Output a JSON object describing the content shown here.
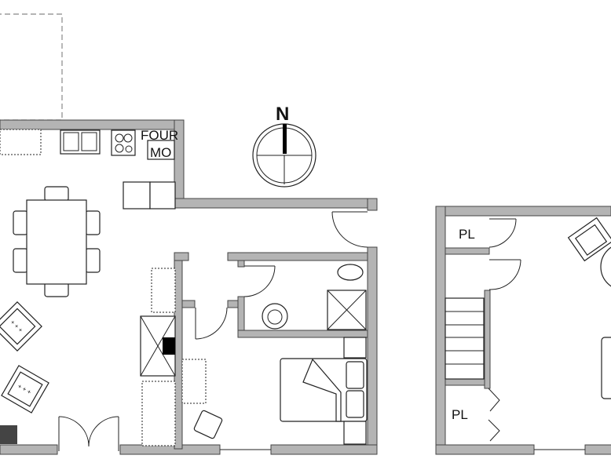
{
  "compass": {
    "north_label": "N"
  },
  "kitchen": {
    "oven_label_1": "FOUR",
    "oven_label_2": "MO"
  },
  "right_unit": {
    "closet_top_label": "PL",
    "closet_bottom_label": "PL"
  },
  "colors": {
    "wall": "#b4b4b4",
    "outline": "#222222",
    "background": "#ffffff"
  }
}
